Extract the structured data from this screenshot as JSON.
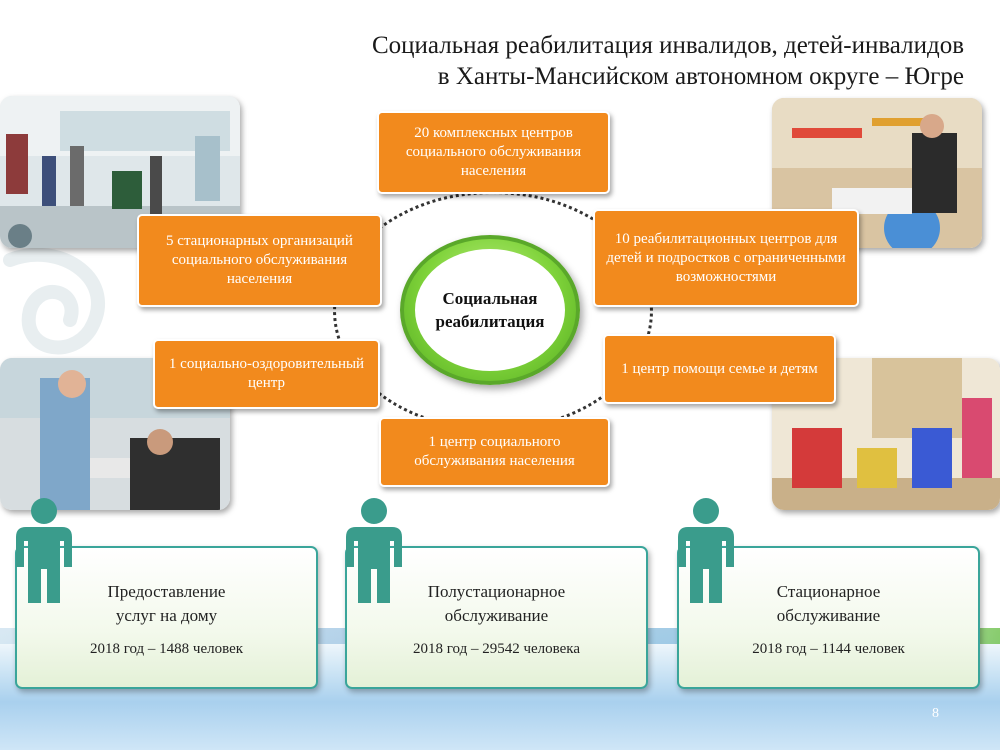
{
  "title": {
    "line1": "Социальная реабилитация инвалидов, детей-инвалидов",
    "line2": "в Ханты-Мансийском автономном округе – Югре"
  },
  "center": {
    "line1": "Социальная",
    "line2": "реабилитация"
  },
  "nodes": {
    "top": "20 комплексных центров социального обслуживания населения",
    "upper_left": "5 стационарных организаций социального обслуживания населения",
    "upper_right": "10 реабилитационных центров для детей и подростков с ограниченными возможностями",
    "lower_left": "1 социально-оздоровительный центр",
    "lower_right": "1 центр помощи семье и детям",
    "bottom": "1 центр социального обслуживания населения"
  },
  "cards": [
    {
      "title_line1": "Предоставление",
      "title_line2": "услуг на дому",
      "stat": "2018 год – 1488 человек"
    },
    {
      "title_line1": "Полустационарное",
      "title_line2": "обслуживание",
      "stat": "2018 год – 29542 человека"
    },
    {
      "title_line1": "Стационарное",
      "title_line2": "обслуживание",
      "stat": "2018 год – 1144 человек"
    }
  ],
  "page_number": "8",
  "colors": {
    "orange": "#f28a1d",
    "green": "#6cc93a",
    "teal": "#3aa59a",
    "person": "#3a9c8c"
  }
}
